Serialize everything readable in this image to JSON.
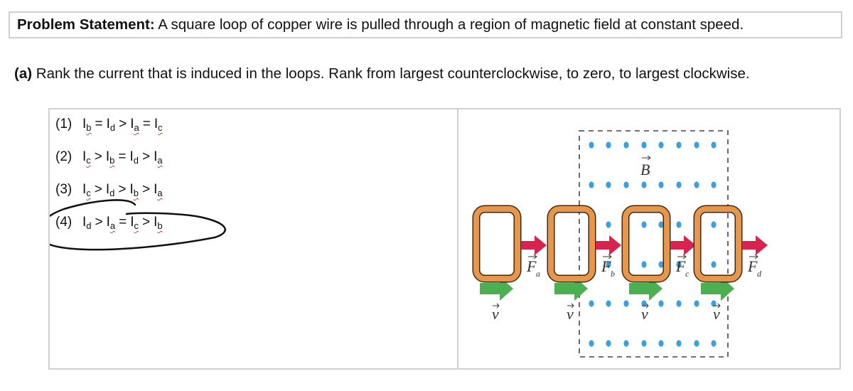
{
  "problem": {
    "label": "Problem Statement:",
    "text": " A square loop of copper wire is pulled through a region of magnetic field at constant speed."
  },
  "part_a": {
    "label": "(a)",
    "text": " Rank the current that is induced in the loops. Rank from largest counterclockwise, to zero, to largest clockwise."
  },
  "options": [
    {
      "num": "(1)",
      "terms": [
        {
          "sym": "I",
          "sub": "b",
          "sq": true
        },
        {
          "op": "="
        },
        {
          "sym": "I",
          "sub": "d",
          "sq": false
        },
        {
          "op": ">"
        },
        {
          "sym": "I",
          "sub": "a",
          "sq": true
        },
        {
          "op": "="
        },
        {
          "sym": "I",
          "sub": "c",
          "sq": true
        }
      ],
      "circled": false
    },
    {
      "num": "(2)",
      "terms": [
        {
          "sym": "I",
          "sub": "c",
          "sq": true
        },
        {
          "op": ">"
        },
        {
          "sym": "I",
          "sub": "b",
          "sq": true
        },
        {
          "op": "="
        },
        {
          "sym": "I",
          "sub": "d",
          "sq": false
        },
        {
          "op": ">"
        },
        {
          "sym": "I",
          "sub": "a",
          "sq": true
        }
      ],
      "circled": false
    },
    {
      "num": "(3)",
      "terms": [
        {
          "sym": "I",
          "sub": "c",
          "sq": true
        },
        {
          "op": ">"
        },
        {
          "sym": "I",
          "sub": "d",
          "sq": false
        },
        {
          "op": ">"
        },
        {
          "sym": "I",
          "sub": "b",
          "sq": true
        },
        {
          "op": ">"
        },
        {
          "sym": "I",
          "sub": "a",
          "sq": true
        }
      ],
      "circled": false
    },
    {
      "num": "(4)",
      "terms": [
        {
          "sym": "I",
          "sub": "d",
          "sq": false
        },
        {
          "op": ">"
        },
        {
          "sym": "I",
          "sub": "a",
          "sq": true
        },
        {
          "op": "="
        },
        {
          "sym": "I",
          "sub": "c",
          "sq": true
        },
        {
          "op": ">"
        },
        {
          "sym": "I",
          "sub": "b",
          "sq": true
        }
      ],
      "circled": true
    }
  ],
  "diagram": {
    "field_label": "B",
    "velocity_label": "v",
    "force_label": "F",
    "loops": [
      {
        "id": "a",
        "force_sub": "a"
      },
      {
        "id": "b",
        "force_sub": "b"
      },
      {
        "id": "c",
        "force_sub": "c"
      },
      {
        "id": "d",
        "force_sub": "d"
      }
    ],
    "colors": {
      "wire": "#e8964a",
      "wire_edge": "#3a2a1a",
      "force_arrow": "#d8234f",
      "velocity_arrow": "#4caf50",
      "field_dot": "#3aa1e0",
      "field_boundary": "#444444",
      "annotation_ink": "#111111"
    }
  }
}
